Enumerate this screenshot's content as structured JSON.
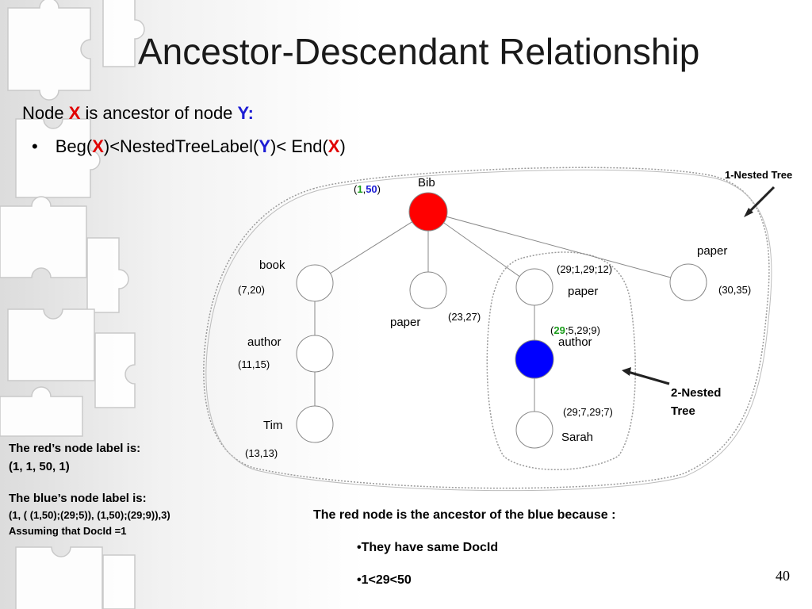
{
  "slide": {
    "title": "Ancestor-Descendant Relationship",
    "page_number": "40"
  },
  "definition": {
    "t1": "Node ",
    "x": "X",
    "t2": " is ancestor of node ",
    "y": "Y:",
    "bullet": "•",
    "b1": "Beg(",
    "bx": "X",
    "b2": ")<NestedTreeLabel(",
    "by": "Y",
    "b3": ")< End(",
    "bx2": "X",
    "b4": ")"
  },
  "tree": {
    "nodes": {
      "bib": "Bib",
      "book": "book",
      "paper_mid": "paper",
      "paper_inner": "paper",
      "paper_right": "paper",
      "author_left": "author",
      "author_inner": "author",
      "tim": "Tim",
      "sarah": "Sarah"
    },
    "labels": {
      "bib_open": "(",
      "bib_beg": "1",
      "bib_comma": ",",
      "bib_end": "50",
      "bib_close": ")",
      "book": "(7,20)",
      "author_left": "(11,15)",
      "tim": "(13,13)",
      "paper_mid": "(23,27)",
      "paper_inner": "(29;1,29;12)",
      "paper_right": "(30,35)",
      "author_inner_open": "(",
      "author_inner_29": "29",
      "author_inner_rest": ";5,29;9)",
      "sarah": "(29;7,29;7)"
    },
    "regions": {
      "nested1": "1-Nested Tree",
      "nested2_line1": "2-Nested",
      "nested2_line2": "Tree"
    },
    "colors": {
      "red_node": "#ff0000",
      "blue_node": "#0000ff"
    }
  },
  "notes": {
    "red_label_1": "The red’s node label is:",
    "red_label_2": "(1, 1, 50, 1)",
    "blue_label_1": "The blue’s node label is:",
    "blue_label_2": "(1, ( (1,50);(29;5)), (1,50);(29;9)),3)",
    "blue_label_3": "Assuming that DocId =1",
    "reason_title": "The red node is the ancestor of the blue because :",
    "reason_1": "•They have same DocId",
    "reason_2": "•1<29<50"
  }
}
